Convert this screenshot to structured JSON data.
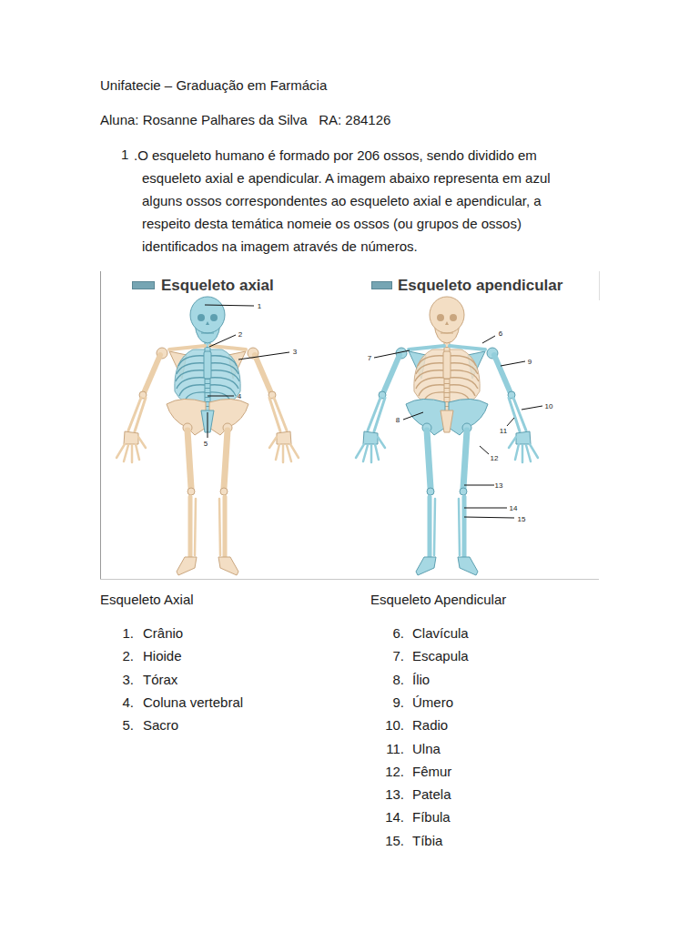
{
  "diagram": {
    "title": "Unifatecie – Graduação em Farmácia",
    "labels": [
      "Aluna: Rosanne Palhares da Silva   RA: 284126",
      "1",
      ".O esqueleto humano é formado por 206 ossos, sendo dividido em esqueleto axial e apendicular. A imagem abaixo representa em azul alguns ossos correspondentes ao esqueleto axial e apendicular, a respeito desta temática nomeie os ossos (ou grupos de ossos) identificados na imagem através de números.",
      "1",
      "2",
      "3",
      "4",
      "5",
      "6",
      "7",
      "8",
      "9",
      "10",
      "11",
      "12",
      "13",
      "14",
      "15",
      "Esqueleto Axial",
      "Esqueleto Apendicular",
      "1.",
      "Crânio",
      "2.",
      "Hioide",
      "3.",
      "Tórax",
      "4.",
      "Coluna vertebral",
      "5.",
      "Sacro",
      "6.",
      "Clavícula",
      "7.",
      "Escapula",
      "8.",
      "Ílio",
      "9.",
      "Úmero",
      "10.",
      "Radio",
      "11.",
      "Ulna",
      "12.",
      "Fêmur",
      "13.",
      "Patela",
      "14.",
      "Fíbula",
      "15.",
      "Tíbia"
    ],
    "legend": [
      {
        "text": "Esqueleto axial",
        "color": "#76a5b3"
      },
      {
        "text": "Esqueleto apendicular",
        "color": "#76a5b3"
      }
    ]
  }
}
